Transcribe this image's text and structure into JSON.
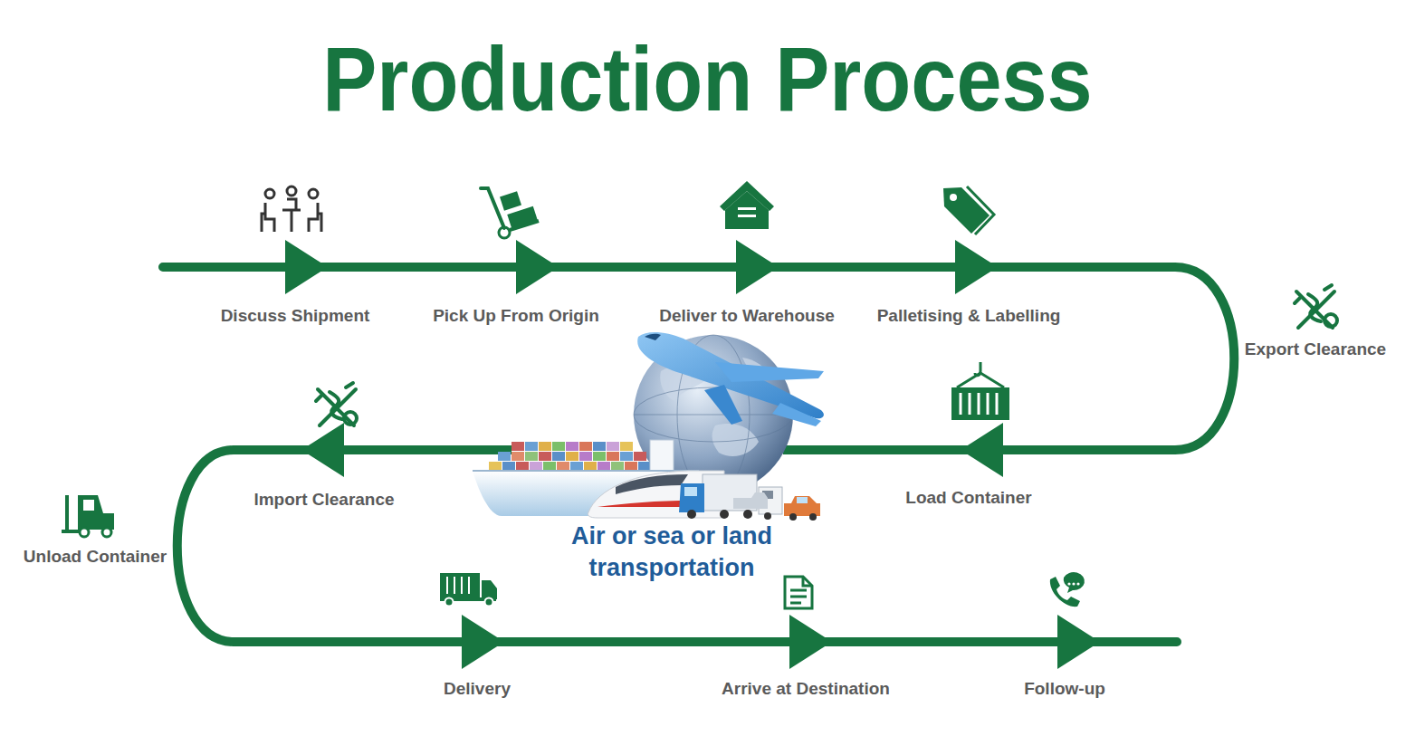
{
  "diagram": {
    "title": "Production Process",
    "labels": [
      "Discuss Shipment",
      "Pick Up From Origin",
      "Deliver to Warehouse",
      "Palletising & Labelling",
      "Export Clearance",
      "Load Container",
      "lmport Clearance",
      "Unload Container",
      "Delivery",
      "Arrive at Destination",
      "Follow-up",
      "Air or sea or land transportation"
    ]
  }
}
